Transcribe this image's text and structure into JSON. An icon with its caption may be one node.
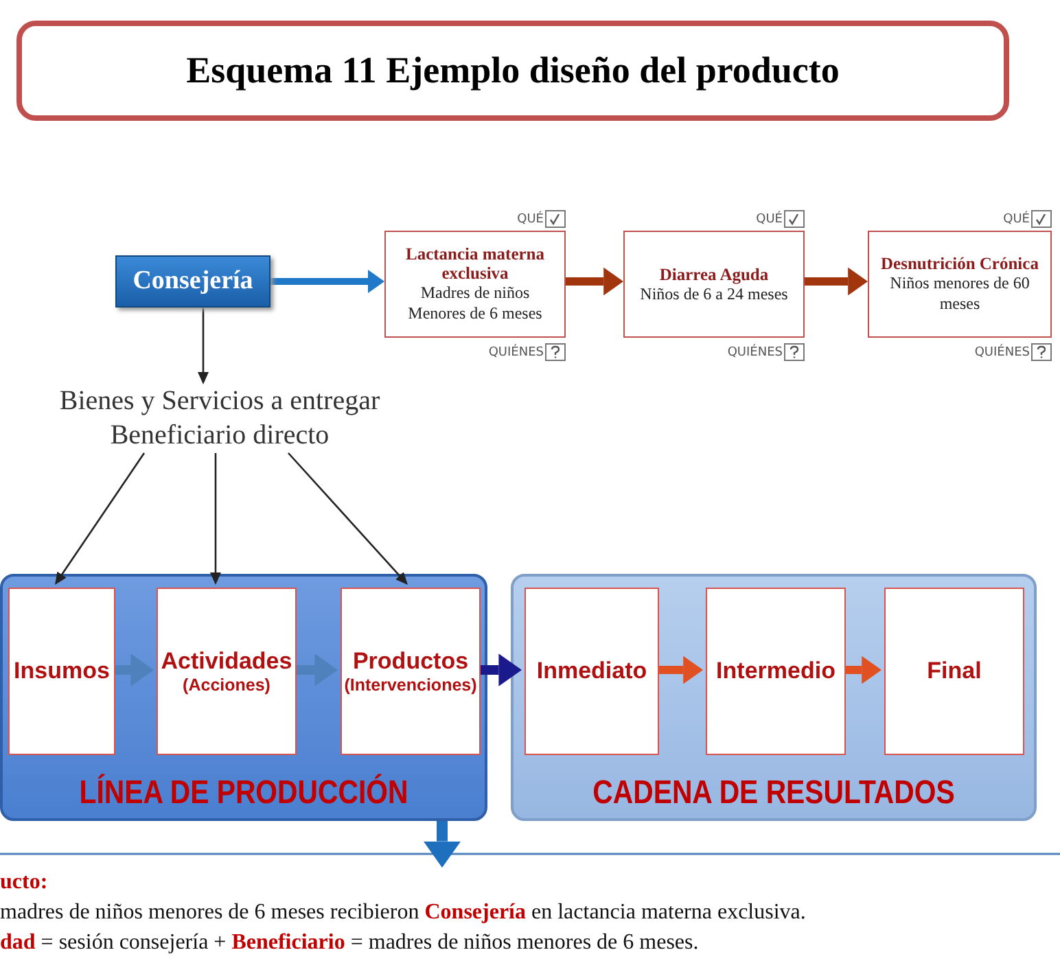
{
  "diagram": {
    "title": "Esquema 11 Ejemplo diseño del producto",
    "nodes": [
      {
        "text": [
          "Consejería"
        ]
      },
      {
        "text": [
          "Lactancia materna exclusiva",
          "Madres de niños Menores de 6 meses"
        ],
        "beside": [
          "QUÉ",
          "QUIÉNES"
        ]
      },
      {
        "text": [
          "Diarrea Aguda",
          "Niños de 6 a 24 meses"
        ],
        "beside": [
          "QUÉ",
          "QUIÉNES"
        ]
      },
      {
        "text": [
          "Desnutrición Crónica",
          "Niños menores de 60 meses"
        ],
        "beside": [
          "QUÉ",
          "QUIÉNES"
        ]
      },
      {
        "text": [
          "Bienes y Servicios a entregar Beneficiario directo"
        ]
      },
      {
        "text": [
          "LÍNEA DE PRODUCCIÓN"
        ]
      },
      {
        "text": [
          "Insumos"
        ],
        "in": 5
      },
      {
        "text": [
          "Actividades",
          "(Acciones)"
        ],
        "in": 5
      },
      {
        "text": [
          "Productos",
          "(Intervenciones)"
        ],
        "in": 5
      },
      {
        "text": [
          "CADENA DE RESULTADOS"
        ]
      },
      {
        "text": [
          "Inmediato"
        ],
        "in": 9
      },
      {
        "text": [
          "Intermedio"
        ],
        "in": 9
      },
      {
        "text": [
          "Final"
        ],
        "in": 9
      },
      {
        "text": [
          "**ucto:**",
          "madres de niños menores de 6 meses recibieron **Consejería** en lactancia materna exclusiva.",
          "**dad** = sesión consejería + **Beneficiario** = madres de niños menores de 6 meses."
        ]
      }
    ],
    "edges": [
      {
        "from": 0,
        "to": 1,
        "arrow": "to",
        "color": "#1f78c8"
      },
      {
        "from": 1,
        "to": 2,
        "arrow": "to",
        "color": "#a0350e"
      },
      {
        "from": 2,
        "to": 3,
        "arrow": "to",
        "color": "#a0350e"
      },
      {
        "from": 0,
        "to": 4,
        "arrow": "to"
      },
      {
        "from": 4,
        "to": 6,
        "arrow": "to"
      },
      {
        "from": 4,
        "to": 7,
        "arrow": "to"
      },
      {
        "from": 4,
        "to": 8,
        "arrow": "to"
      },
      {
        "from": 6,
        "to": 7,
        "arrow": "to",
        "color": "#4f81bd"
      },
      {
        "from": 7,
        "to": 8,
        "arrow": "to",
        "color": "#4f81bd"
      },
      {
        "from": 8,
        "to": 10,
        "arrow": "to",
        "color": "#1a1a8c"
      },
      {
        "from": 10,
        "to": 11,
        "arrow": "to",
        "color": "#e05020"
      },
      {
        "from": 11,
        "to": 12,
        "arrow": "to",
        "color": "#e05020"
      },
      {
        "from": 5,
        "to": 13,
        "arrow": "to",
        "color": "#1f6fbf"
      }
    ]
  }
}
